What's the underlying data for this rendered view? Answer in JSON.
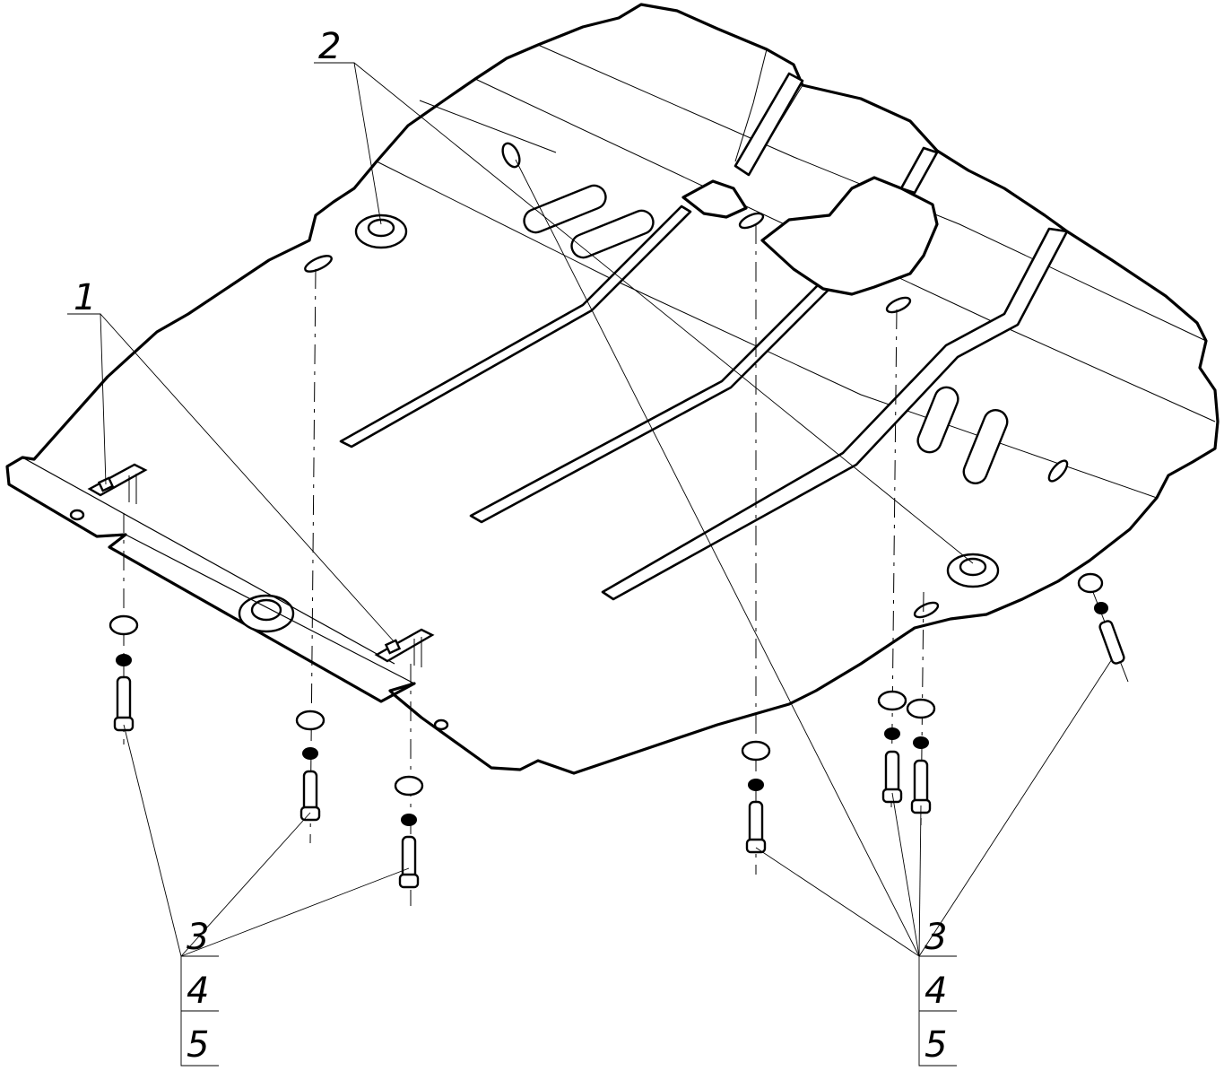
{
  "callouts": {
    "item_1": "1",
    "item_2": "2",
    "left_group": {
      "top": "3",
      "middle": "4",
      "bottom": "5"
    },
    "right_group": {
      "top": "3",
      "middle": "4",
      "bottom": "5"
    }
  },
  "colors": {
    "line": "#000000",
    "background": "#ffffff"
  },
  "icons": [
    "bolt-icon",
    "washer-icon",
    "nut-icon",
    "bracket-icon"
  ]
}
